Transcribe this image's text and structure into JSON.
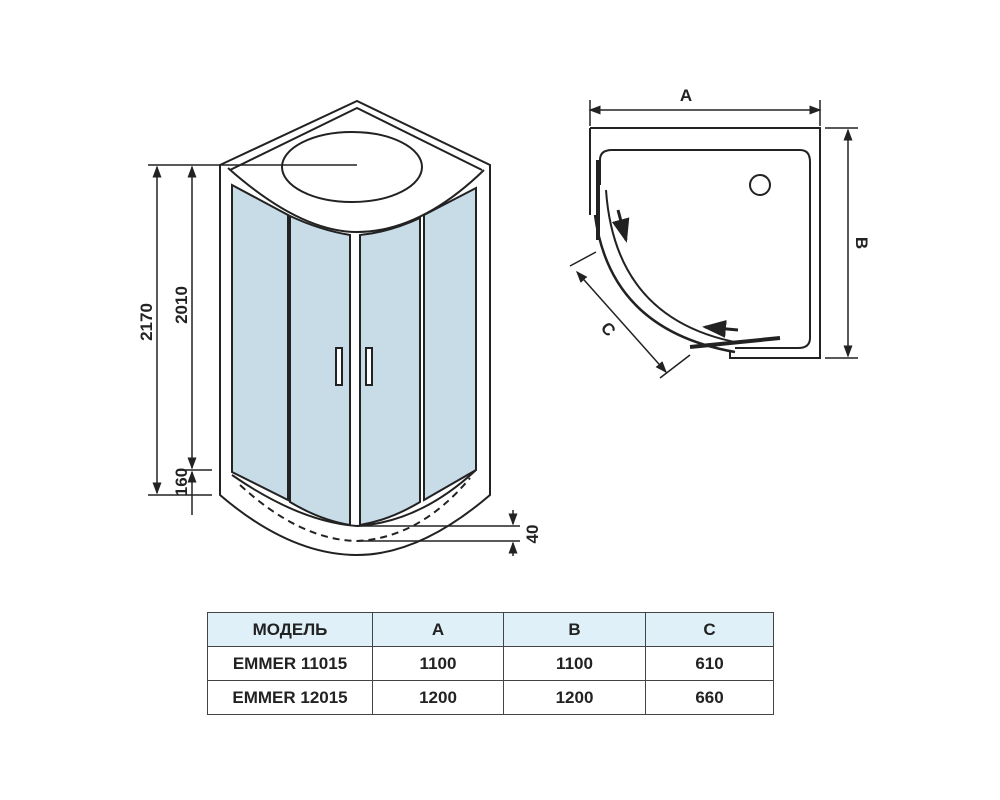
{
  "diagram": {
    "front_view": {
      "height_total": "2170",
      "height_cabin": "2010",
      "height_tray": "160",
      "tray_depth": "40"
    },
    "top_view": {
      "dim_a": "A",
      "dim_b": "B",
      "dim_c": "C"
    },
    "colors": {
      "glass": "#c8dce8",
      "header_bg": "#dff0f8",
      "line": "#222222"
    }
  },
  "table": {
    "headers": [
      "МОДЕЛЬ",
      "A",
      "B",
      "C"
    ],
    "rows": [
      [
        "EMMER 11015",
        "1100",
        "1100",
        "610"
      ],
      [
        "EMMER 12015",
        "1200",
        "1200",
        "660"
      ]
    ]
  }
}
